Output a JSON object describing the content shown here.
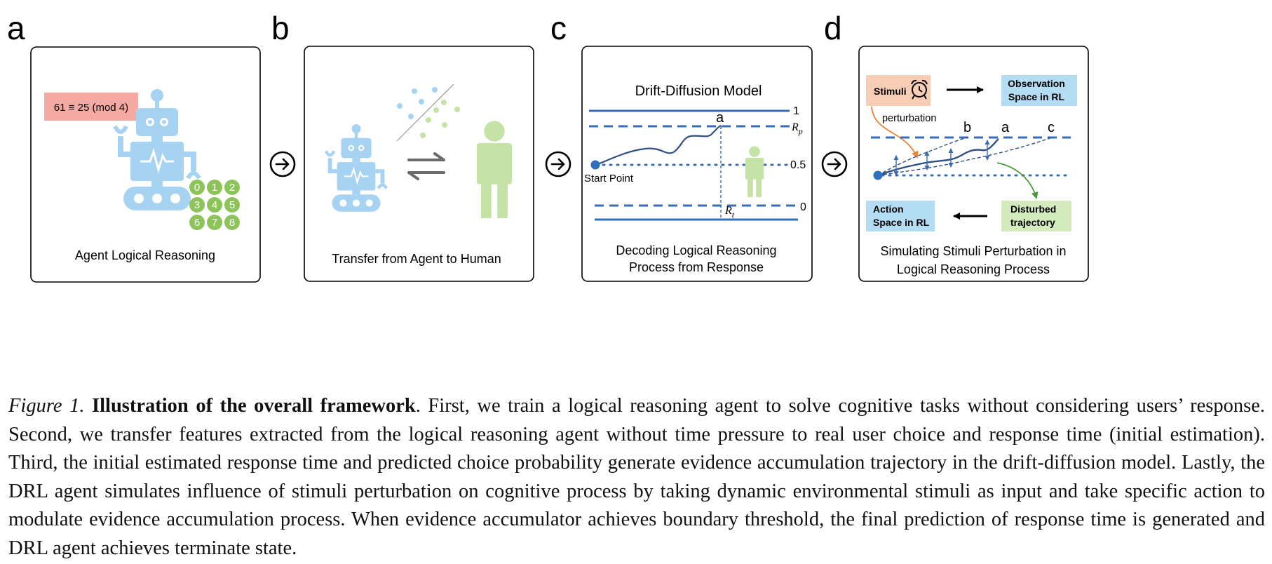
{
  "panels": [
    {
      "letter": "a",
      "caption": "Agent Logical Reasoning",
      "equation": "61 ≡ 25 (mod 4)",
      "keypad": [
        "0",
        "1",
        "2",
        "3",
        "4",
        "5",
        "6",
        "7",
        "8"
      ]
    },
    {
      "letter": "b",
      "caption": "Transfer from Agent to Human"
    },
    {
      "letter": "c",
      "title": "Drift-Diffusion Model",
      "caption_line1": "Decoding Logical Reasoning",
      "caption_line2": "Process from Response",
      "label_1": "1",
      "label_half": "0.5",
      "label_0": "0",
      "label_rp": "R",
      "label_rp_sub": "p",
      "label_rt": "R",
      "label_rt_sub": "t",
      "point_a": "a",
      "start_point": "Start Point"
    },
    {
      "letter": "d",
      "stimuli": "Stimuli",
      "perturbation": "perturbation",
      "obs_line1": "Observation",
      "obs_line2": "Space in RL",
      "act_line1": "Action",
      "act_line2": "Space in RL",
      "dist_line1": "Disturbed",
      "dist_line2": "trajectory",
      "point_b": "b",
      "point_a": "a",
      "point_c": "c",
      "caption_line1": "Simulating Stimuli Perturbation in",
      "caption_line2": "Logical Reasoning Process"
    }
  ],
  "colors": {
    "robot": "#a7d3f2",
    "human": "#c5e3a6",
    "keypad": "#8cc45a",
    "equation_box": "#f5a9a3",
    "stimuli_box": "#f7cdb5",
    "rl_box": "#b4dcf3",
    "disturbed_box": "#d4ebbd",
    "ddm_blue": "#3a6bb5"
  },
  "caption": {
    "label": "Figure 1.",
    "title": "Illustration of the overall framework",
    "text": ". First, we train a logical reasoning agent to solve cognitive tasks without considering users’ response. Second, we transfer features extracted from the logical reasoning agent without time pressure to real user choice and response time (initial estimation). Third, the initial estimated response time and predicted choice probability generate evidence accumulation trajectory in the drift-diffusion model. Lastly, the DRL agent simulates influence of stimuli perturbation on cognitive process by taking dynamic environmental stimuli as input and take specific action to modulate evidence accumulation process. When evidence accumulator achieves boundary threshold, the final prediction of response time is generated and DRL agent achieves terminate state."
  }
}
